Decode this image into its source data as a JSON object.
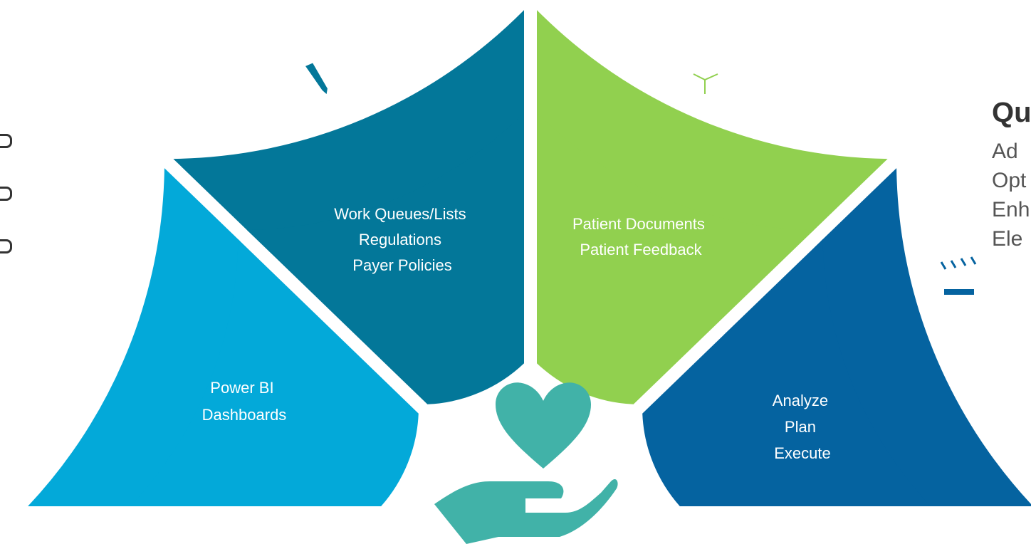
{
  "segments": {
    "light_blue": {
      "lines": [
        "Power BI",
        "Dashboards"
      ],
      "color": "#03a9d9",
      "icon": "document-icon"
    },
    "teal": {
      "lines": [
        "Work Queues/Lists",
        "Regulations",
        "Payer Policies"
      ],
      "color": "#037799",
      "icon": "clipboard-pencil-icon"
    },
    "green": {
      "lines": [
        "Patient Documents",
        "Patient Feedback"
      ],
      "color": "#91d04f",
      "icon": "package-cycle-icon"
    },
    "dark_blue": {
      "lines": [
        "Analyze",
        "Plan",
        "Execute"
      ],
      "color": "#0563a0",
      "icon": "clapperboard-icon"
    }
  },
  "center": {
    "icon": "heart-in-hand-icon",
    "color": "#41b2a8"
  },
  "side_panel": {
    "heading": "Qu",
    "items": [
      "Ad",
      "Opt",
      "Enh",
      "Ele"
    ]
  },
  "left_marks": [
    "",
    "",
    ""
  ]
}
